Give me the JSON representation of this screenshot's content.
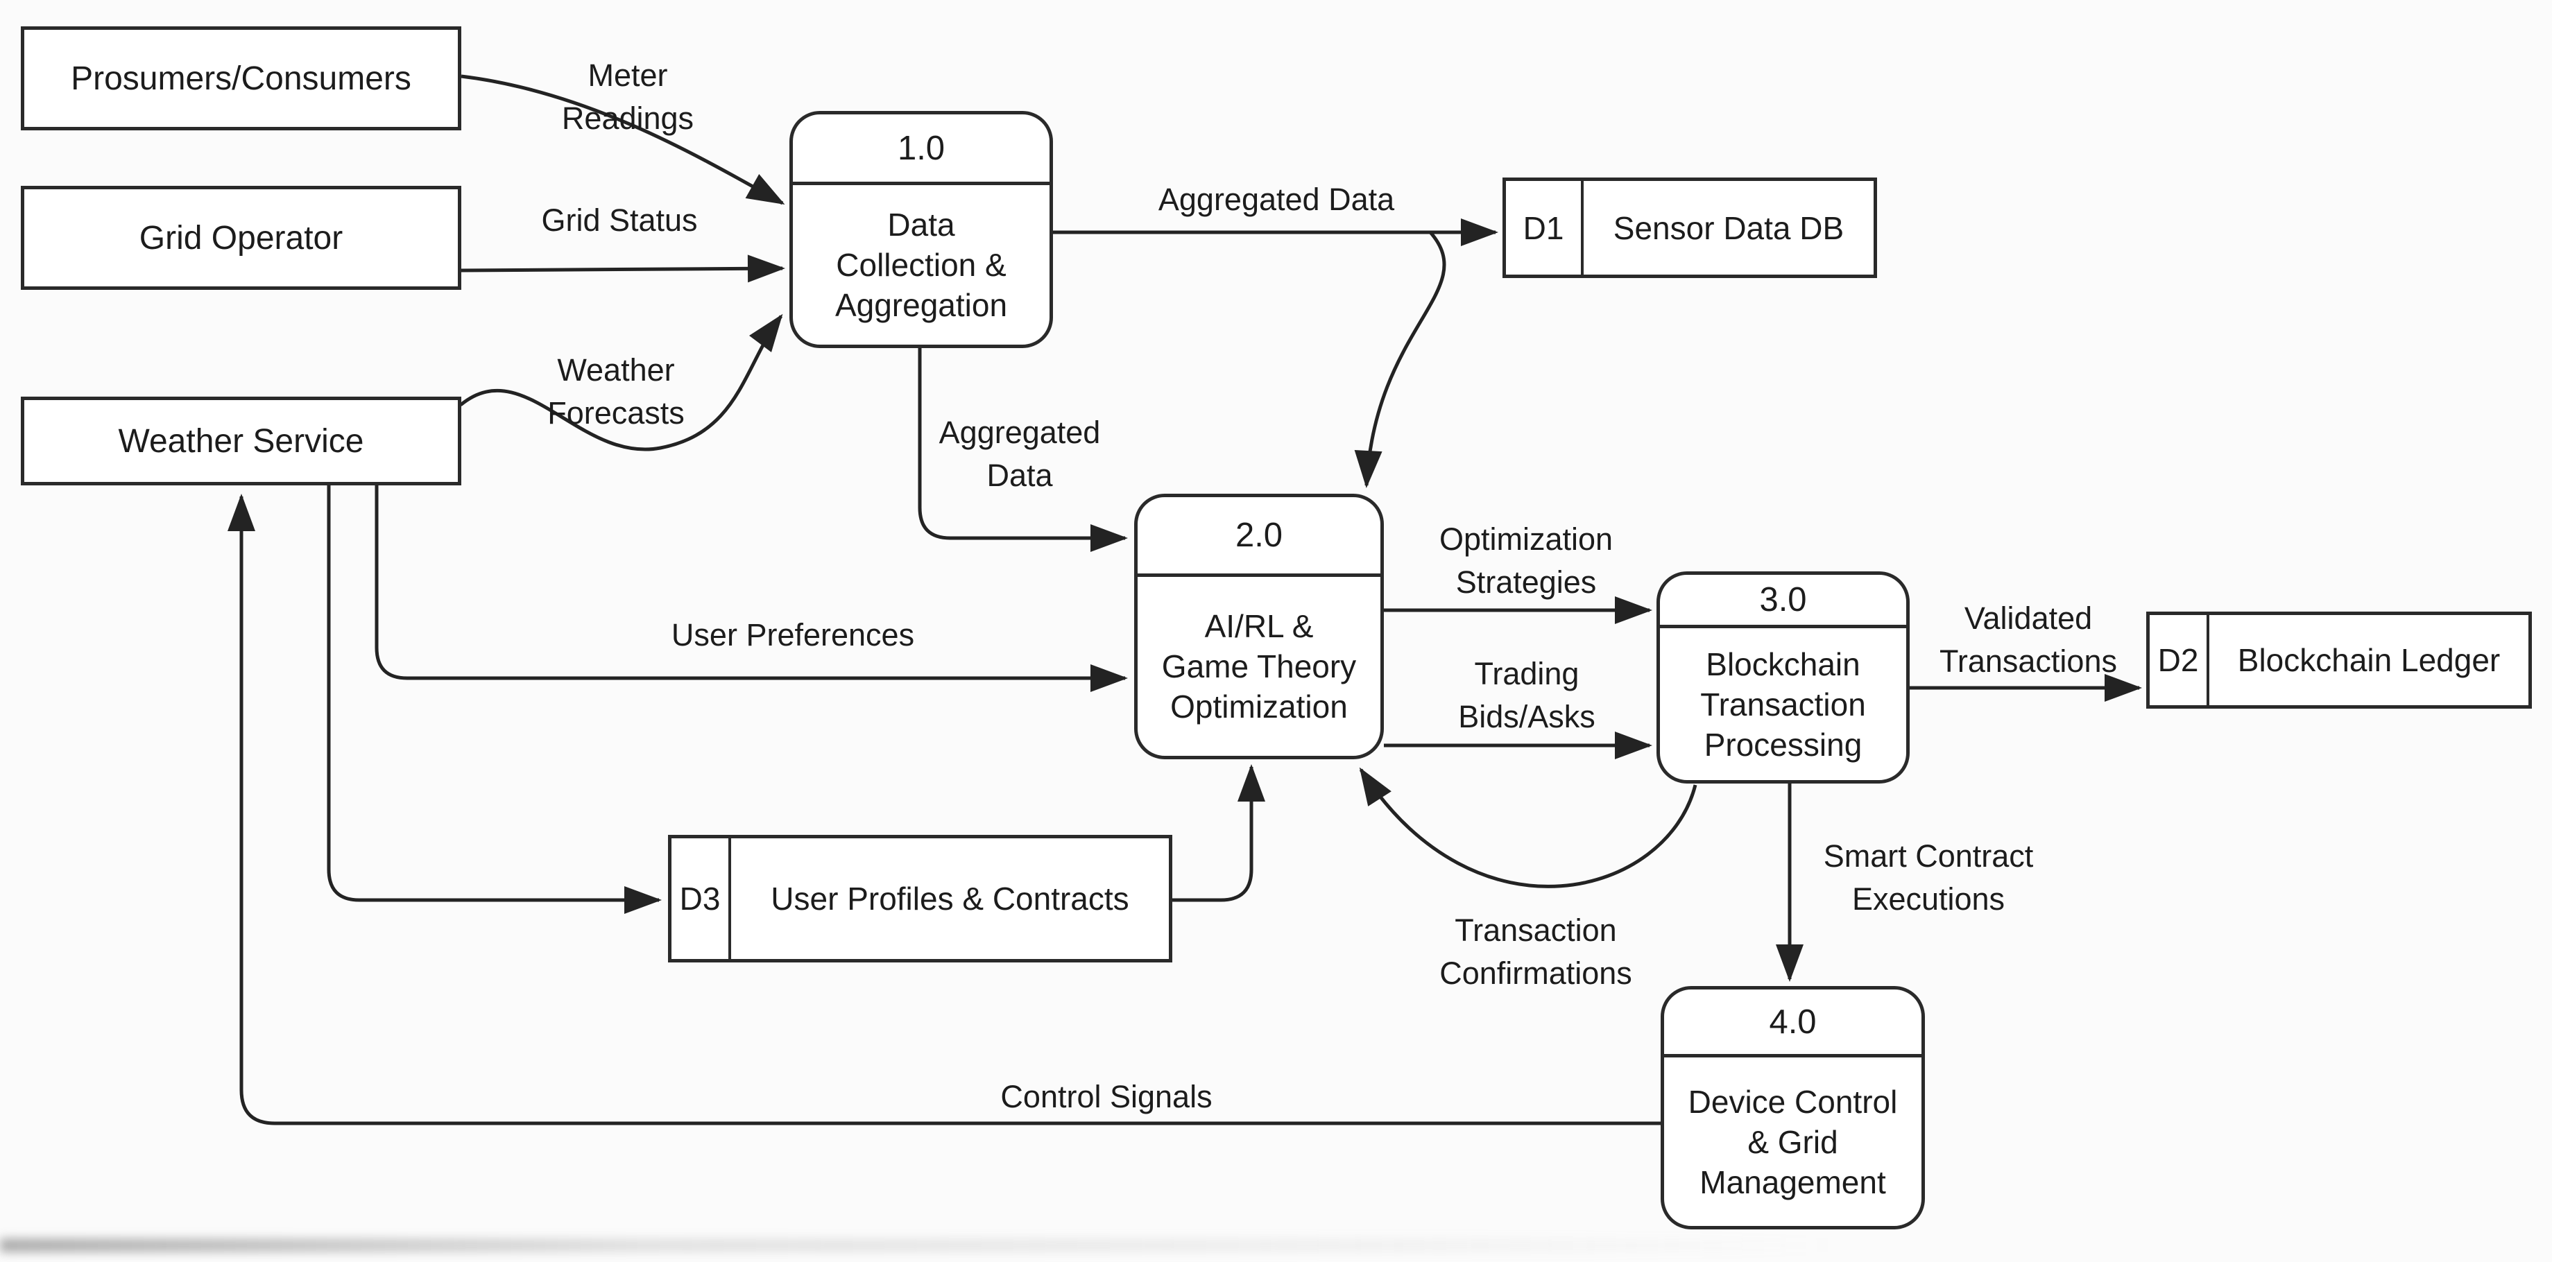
{
  "entities": {
    "prosumers": {
      "label": "Prosumers/Consumers"
    },
    "grid_operator": {
      "label": "Grid Operator"
    },
    "weather_service": {
      "label": "Weather Service"
    }
  },
  "processes": {
    "p1": {
      "number": "1.0",
      "name": "Data\nCollection &\nAggregation"
    },
    "p2": {
      "number": "2.0",
      "name": "AI/RL &\nGame Theory\nOptimization"
    },
    "p3": {
      "number": "3.0",
      "name": "Blockchain\nTransaction\nProcessing"
    },
    "p4": {
      "number": "4.0",
      "name": "Device Control\n& Grid\nManagement"
    }
  },
  "datastores": {
    "d1": {
      "code": "D1",
      "label": "Sensor Data DB"
    },
    "d2": {
      "code": "D2",
      "label": "Blockchain Ledger"
    },
    "d3": {
      "code": "D3",
      "label": "User Profiles & Contracts"
    }
  },
  "flows": {
    "meter_readings": {
      "label": "Meter\nReadings"
    },
    "grid_status": {
      "label": "Grid Status"
    },
    "weather_forecasts": {
      "label": "Weather\nForecasts"
    },
    "aggregated_data_store": {
      "label": "Aggregated Data"
    },
    "aggregated_data_down": {
      "label": "Aggregated\nData"
    },
    "user_preferences": {
      "label": "User Preferences"
    },
    "optimization_strategies": {
      "label": "Optimization\nStrategies"
    },
    "trading_bids_asks": {
      "label": "Trading\nBids/Asks"
    },
    "validated_transactions": {
      "label": "Validated\nTransactions"
    },
    "transaction_confirmations": {
      "label": "Transaction\nConfirmations"
    },
    "smart_contract_executions": {
      "label": "Smart Contract\nExecutions"
    },
    "control_signals": {
      "label": "Control Signals"
    }
  },
  "colors": {
    "ink": "#232323",
    "paper": "#fbfbfb",
    "node_fill": "#ffffff"
  }
}
